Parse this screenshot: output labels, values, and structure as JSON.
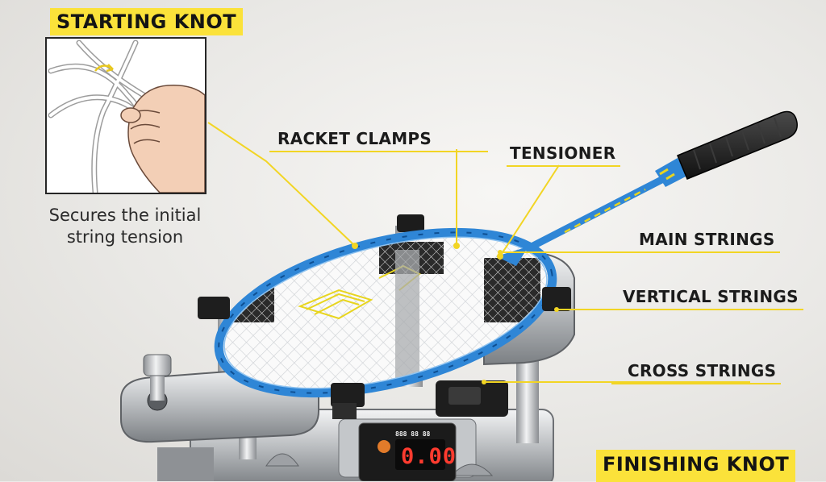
{
  "labels": {
    "starting_knot": "STARTING KNOT",
    "starting_knot_caption_line1": "Secures the initial",
    "starting_knot_caption_line2": "string tension",
    "racket_clamps": "RACKET CLAMPS",
    "tensioner": "TENSIONER",
    "main_strings": "MAIN STRINGS",
    "vertical_strings": "VERTICAL STRINGS",
    "cross_strings": "CROSS STRINGS",
    "finishing_knot": "FINISHING KNOT"
  },
  "display": {
    "header": "888 88 88",
    "readout": "0.00"
  },
  "colors": {
    "label_bg": "#fbe23a",
    "leader_line": "#f2d524",
    "racket_frame": "#2f86d6",
    "machine_metal": "#b9bcbf",
    "clamp_black": "#1e1e1e",
    "display_red": "#ff3b2f"
  }
}
